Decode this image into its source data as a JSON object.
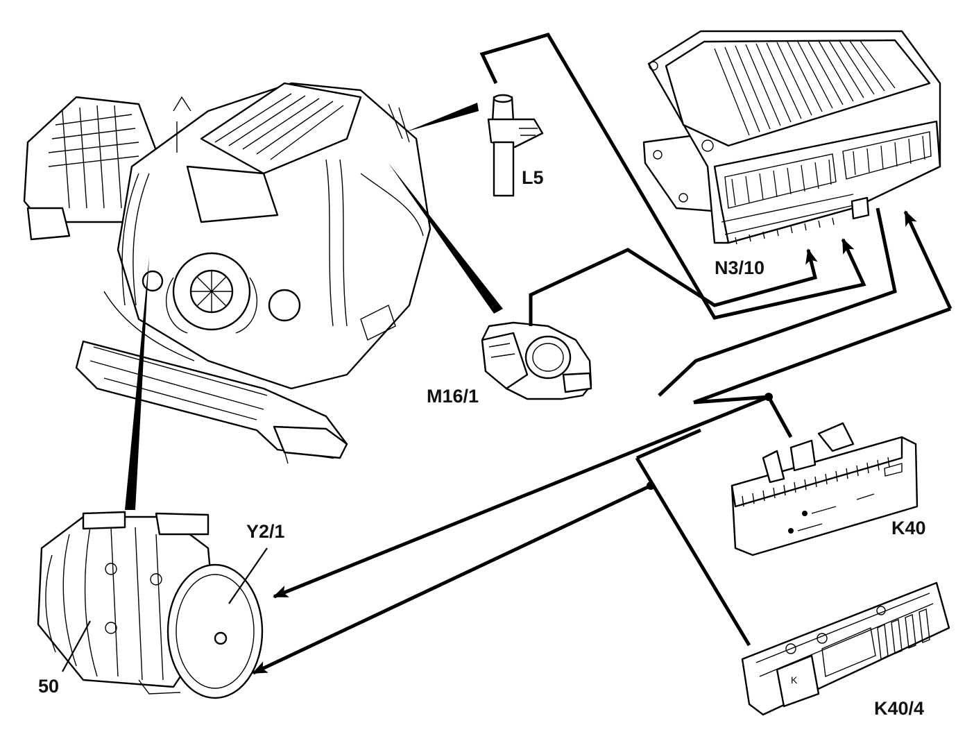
{
  "labels": {
    "l5": "L5",
    "n3_10": "N3/10",
    "m16_1": "M16/1",
    "y2_1": "Y2/1",
    "n50": "50",
    "k40": "K40",
    "k40_4": "K40/4"
  },
  "module_text": {
    "k_letter": "K"
  },
  "colors": {
    "line": "#000000",
    "background": "#ffffff"
  }
}
